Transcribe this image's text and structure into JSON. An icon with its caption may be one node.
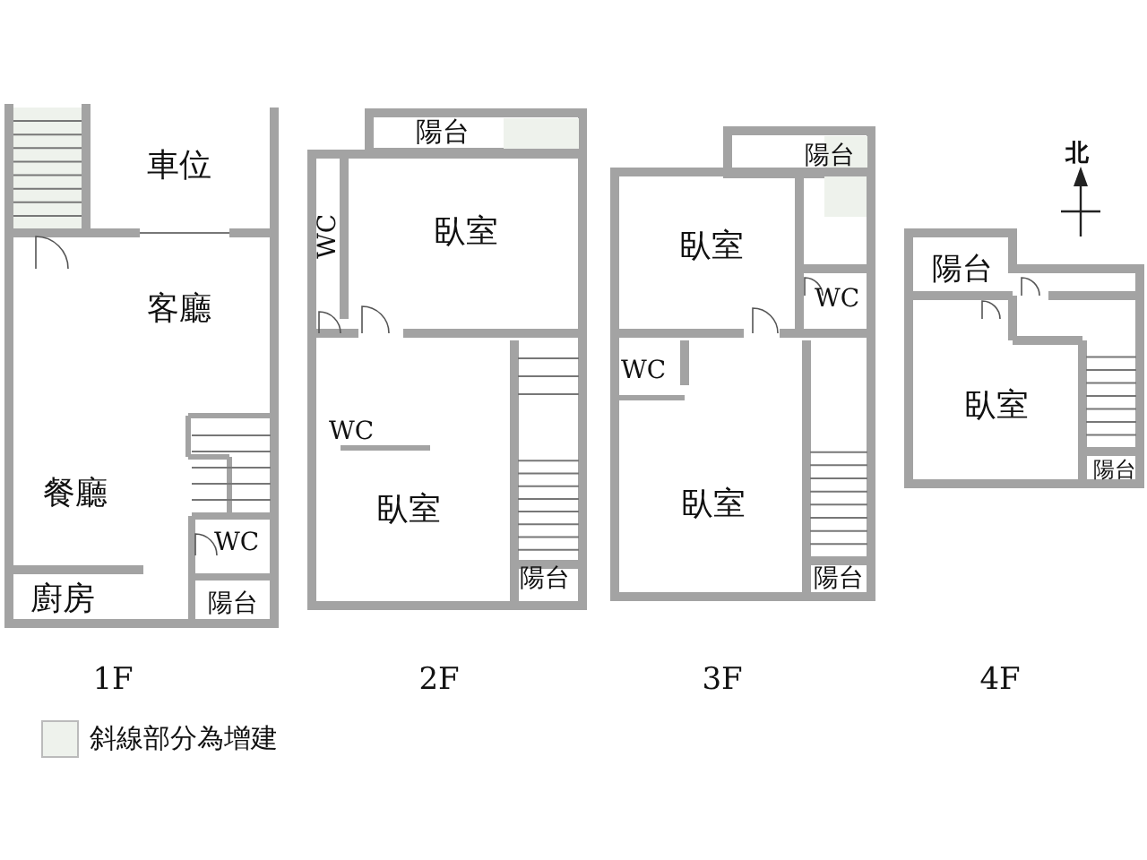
{
  "diagram": {
    "labels": [
      "車位",
      "客廳",
      "餐廳",
      "WC",
      "廚房",
      "陽台",
      "陽台",
      "WC",
      "臥室",
      "WC",
      "臥室",
      "陽台",
      "陽台",
      "臥室",
      "WC",
      "WC",
      "臥室",
      "陽台",
      "北",
      "陽台",
      "臥室",
      "陽台",
      "1F",
      "2F",
      "3F",
      "4F"
    ],
    "legend": [
      {
        "text": "斜線部分為增建",
        "color": "#eef2ec"
      }
    ]
  }
}
